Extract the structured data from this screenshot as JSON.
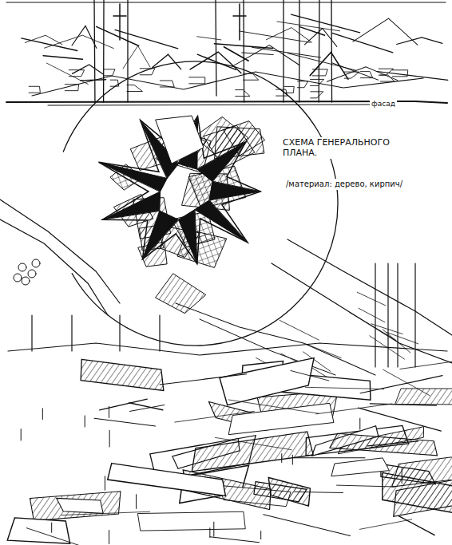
{
  "diagram": {
    "labels": [
      "фасад",
      "СХЕМА ГЕНЕРАЛЬНОГО ПЛАНА.",
      "/материал: дерево, кирпич/"
    ]
  }
}
